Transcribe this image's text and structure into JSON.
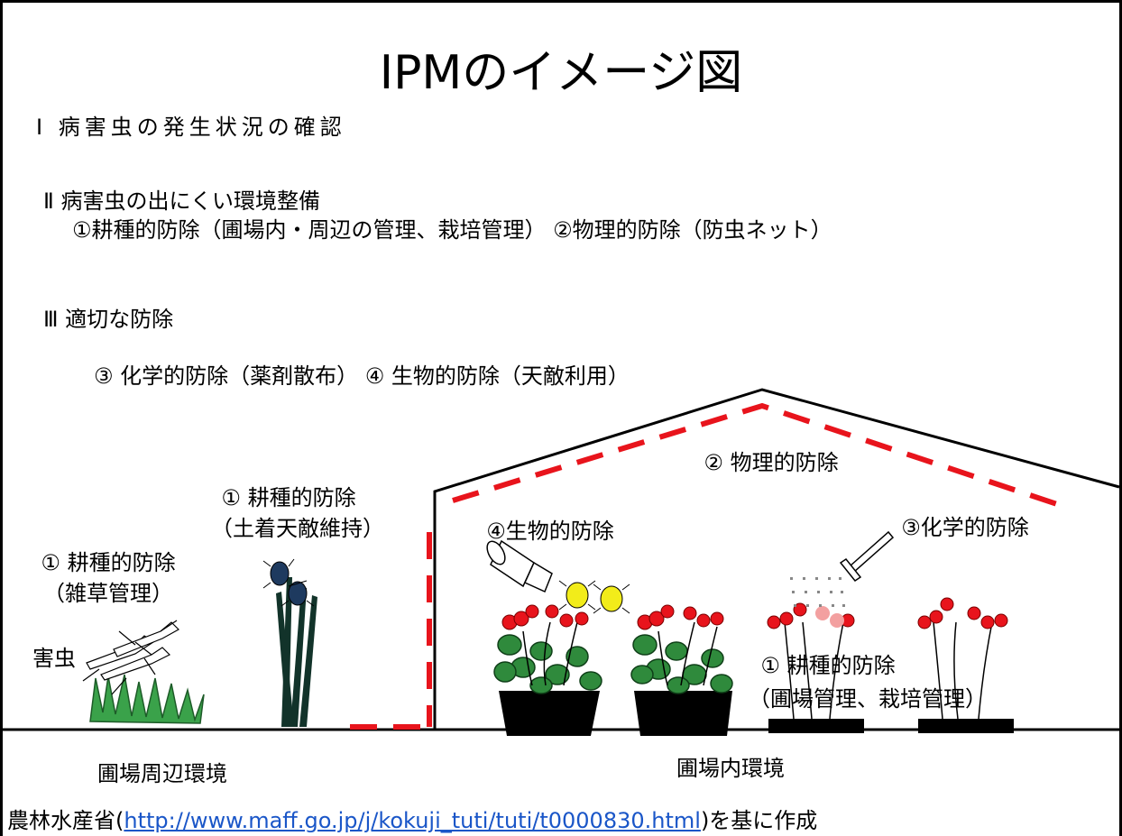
{
  "title": "IPMのイメージ図",
  "steps": {
    "step1": "Ⅰ 病害虫の発生状況の確認",
    "step2": "Ⅱ 病害虫の出にくい環境整備",
    "step2_detail": "①耕種的防除（圃場内・周辺の管理、栽培管理） ②物理的防除（防虫ネット）",
    "step3": "Ⅲ 適切な防除",
    "step3_detail": "③ 化学的防除（薬剤散布） ④ 生物的防除（天敵利用）"
  },
  "diagram": {
    "weed_label_1": "① 耕種的防除",
    "weed_label_2": "（雑草管理）",
    "ground_label_1": "① 耕種的防除",
    "ground_label_2": "（土着天敵維持）",
    "pest_label": "害虫",
    "physical_label": "② 物理的防除",
    "biological_label": "④生物的防除",
    "chemical_label": "③化学的防除",
    "cultural_label_1": "① 耕種的防除",
    "cultural_label_2": "（圃場管理、栽培管理）",
    "outside_label": "圃場周辺環境",
    "inside_label": "圃場内環境"
  },
  "source": {
    "prefix": "農林水産省(",
    "url": "http://www.maff.go.jp/j/kokuji_tuti/tuti/t0000830.html",
    "suffix": ")を基に作成"
  },
  "colors": {
    "net_red": "#e8141c",
    "leaf_green": "#2f8a3c",
    "weed_green": "#3aa24a",
    "berry_red": "#e8141c",
    "yellow_insect": "#f2ec1a",
    "ground_beetle": "#1e3a5f",
    "dark_stalk": "#12332a"
  }
}
